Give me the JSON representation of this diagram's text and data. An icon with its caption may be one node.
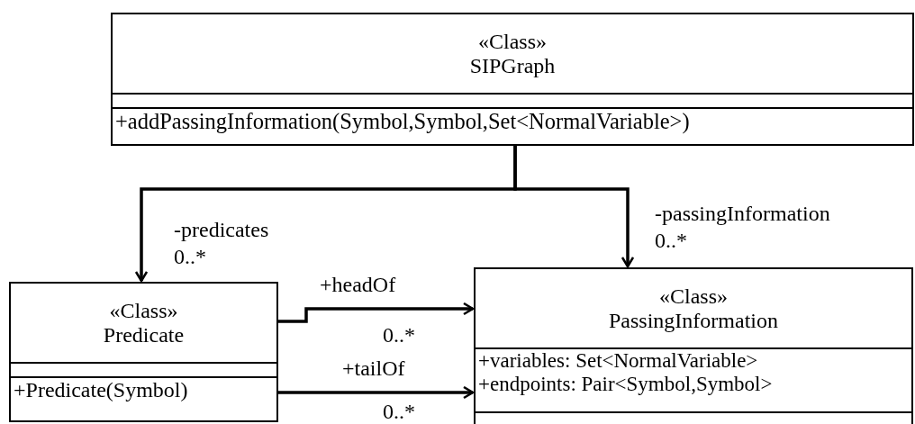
{
  "diagram": {
    "nodes": [
      {
        "text": [
          "«Class»",
          "SIPGraph",
          "+addPassingInformation(Symbol,Symbol,Set<NormalVariable>)"
        ]
      },
      {
        "text": [
          "«Class»",
          "Predicate",
          "+Predicate(Symbol)"
        ]
      },
      {
        "text": [
          "«Class»",
          "PassingInformation",
          "+variables: Set<NormalVariable>",
          "+endpoints: Pair<Symbol,Symbol>"
        ]
      }
    ],
    "edges": [
      {
        "from": 0,
        "to": 1,
        "arrow": "to",
        "label": "-predicates"
      },
      {
        "from": 0,
        "to": 2,
        "arrow": "to",
        "label": "-passingInformation"
      },
      {
        "from": 1,
        "to": 2,
        "arrow": "to",
        "label": "+headOf"
      },
      {
        "from": 1,
        "to": 2,
        "arrow": "to",
        "label": "+tailOf"
      }
    ],
    "labels": [
      "0..*",
      "0..*",
      "0..*",
      "0..*"
    ]
  }
}
